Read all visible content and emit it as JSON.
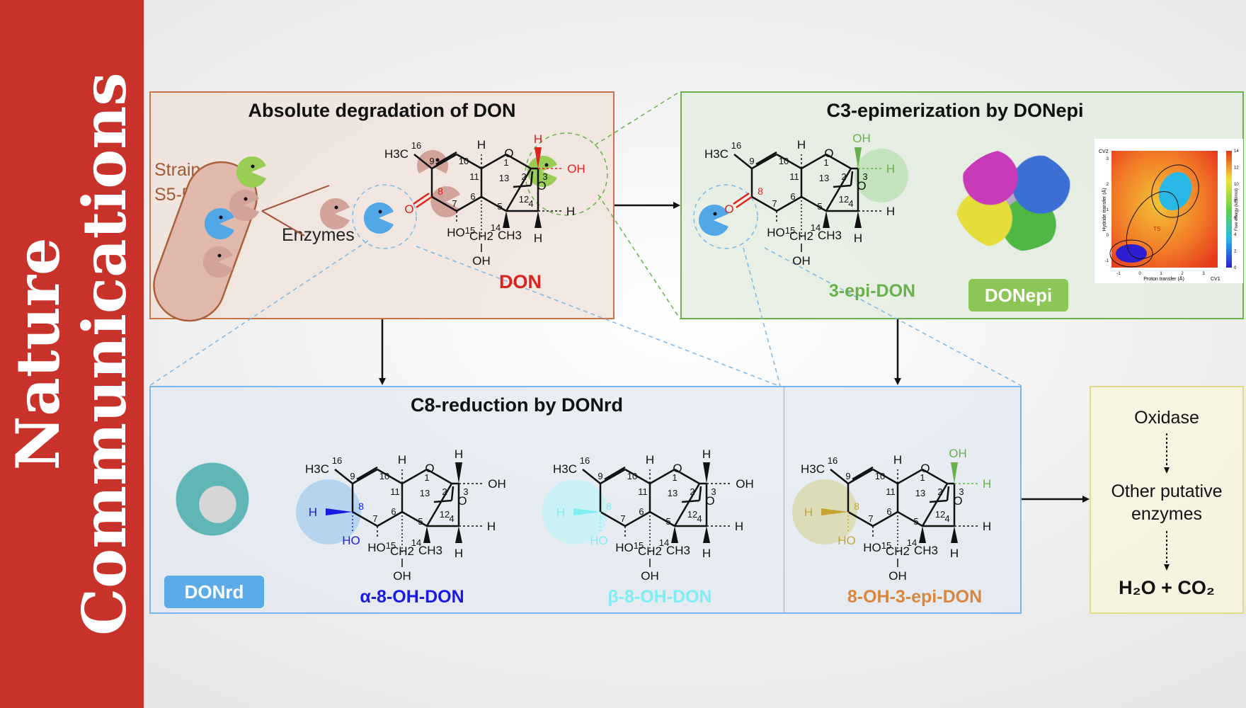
{
  "sidebar": {
    "line1": "Nature",
    "line2": "Communications"
  },
  "panels": {
    "degradation": {
      "title": "Absolute degradation of DON",
      "strain_line1": "Strain",
      "strain_line2": "S5-5",
      "enzymes_label": "Enzymes",
      "molecule_name": "DON"
    },
    "epimerization": {
      "title": "C3-epimerization by DONepi",
      "molecule_name": "3-epi-DON",
      "enzyme_badge": "DONepi",
      "plot": {
        "x_label": "Proton transfer (Å)",
        "y_label": "Hydride transfer (Å)",
        "x_axis_name": "CV1",
        "y_axis_name": "CV2",
        "colorbar_label": "Free energy (kcal/mol)",
        "x_ticks": [
          "-1",
          "0",
          "1",
          "2",
          "3"
        ],
        "y_ticks": [
          "-1",
          "0",
          "1",
          "2",
          "3"
        ],
        "colorbar_ticks": [
          "0",
          "2",
          "4",
          "6",
          "8",
          "10",
          "12",
          "14"
        ],
        "marker_label": "TS"
      }
    },
    "reduction": {
      "title": "C8-reduction by DONrd",
      "enzyme_badge": "DONrd",
      "products": [
        "α-8-OH-DON",
        "β-8-OH-DON",
        "8-OH-3-epi-DON"
      ]
    },
    "fate": {
      "step1": "Oxidase",
      "step2_line1": "Other putative",
      "step2_line2": "enzymes",
      "final": "H₂O + CO₂"
    }
  },
  "molecule_labels": {
    "methyl": "H3C",
    "n16": "16",
    "n10": "10",
    "n9": "9",
    "n8": "8",
    "n7": "7",
    "n6": "6",
    "n11": "11",
    "n1": "1",
    "n2": "2",
    "n13": "13",
    "n12": "12",
    "n5": "5",
    "n4": "4",
    "n3": "3",
    "n14": "14",
    "n15": "15",
    "H": "H",
    "O": "O",
    "OH": "OH",
    "HO": "HO",
    "CH2": "CH2",
    "CH3": "CH3"
  },
  "colors": {
    "sidebar": "#c9322a",
    "don_red": "#d9231e",
    "epi_green": "#6ab04c",
    "alpha_blue": "#1a1ae6",
    "beta_cyan": "#7feef2",
    "epi8_orange": "#d9863f",
    "rd_badge": "#5aabe8",
    "epi_badge": "#8cc657",
    "pac_green": "#9acd55",
    "pac_blue": "#52a7e6",
    "pac_pink": "#d2a39b",
    "c8_gold": "#c7a334"
  }
}
